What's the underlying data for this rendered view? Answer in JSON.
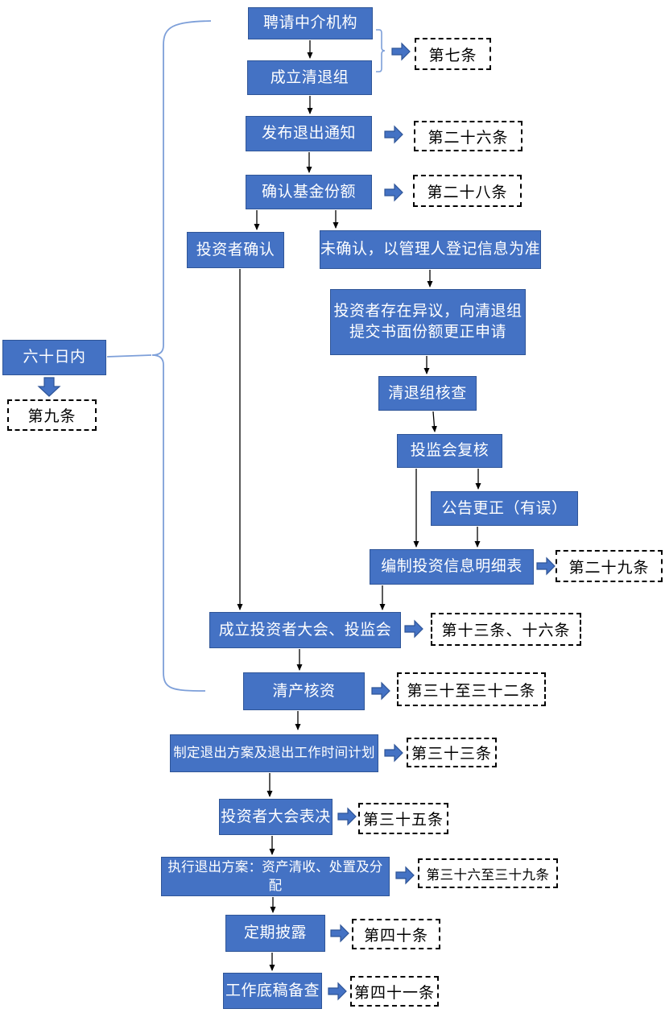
{
  "diagram_type": "flowchart",
  "nodes": {
    "hire": {
      "label": "聘请中介机构"
    },
    "form_group": {
      "label": "成立清退组"
    },
    "notice": {
      "label": "发布退出通知"
    },
    "confirm_share": {
      "label": "确认基金份额"
    },
    "investor_confirm": {
      "label": "投资者确认"
    },
    "not_confirmed": {
      "label": "未确认，以管理人登记信息为准"
    },
    "objection": {
      "label": "投资者存在异议，向清退组\n提交书面份额更正申请"
    },
    "verify": {
      "label": "清退组核查"
    },
    "review": {
      "label": "投监会复核"
    },
    "announce": {
      "label": "公告更正（有误）"
    },
    "compile": {
      "label": "编制投资信息明细表"
    },
    "assembly": {
      "label": "成立投资者大会、投监会"
    },
    "audit": {
      "label": "清产核资"
    },
    "plan": {
      "label": "制定退出方案及退出工作时间计划"
    },
    "vote": {
      "label": "投资者大会表决"
    },
    "execute": {
      "label": "执行退出方案：资产清收、处置及分配"
    },
    "disclose": {
      "label": "定期披露"
    },
    "archive": {
      "label": "工作底稿备查"
    },
    "sixty_days": {
      "label": "六十日内"
    }
  },
  "refs": {
    "article7": {
      "label": "第七条"
    },
    "article26": {
      "label": "第二十六条"
    },
    "article28": {
      "label": "第二十八条"
    },
    "article29": {
      "label": "第二十九条"
    },
    "article13_16": {
      "label": "第十三条、十六条"
    },
    "article30_32": {
      "label": "第三十至三十二条"
    },
    "article33": {
      "label": "第三十三条"
    },
    "article35": {
      "label": "第三十五条"
    },
    "article36_39": {
      "label": "第三十六至三十九条"
    },
    "article40": {
      "label": "第四十条"
    },
    "article41": {
      "label": "第四十一条"
    },
    "article9": {
      "label": "第九条"
    }
  },
  "colors": {
    "box_fill": "#4472C4",
    "box_border": "#2F5597",
    "box_text": "#FFFFFF",
    "ref_border": "#000000",
    "ref_text": "#000000",
    "connector": "#000000",
    "brace": "#7D9FD9",
    "block_arrow_fill": "#4472C4"
  }
}
